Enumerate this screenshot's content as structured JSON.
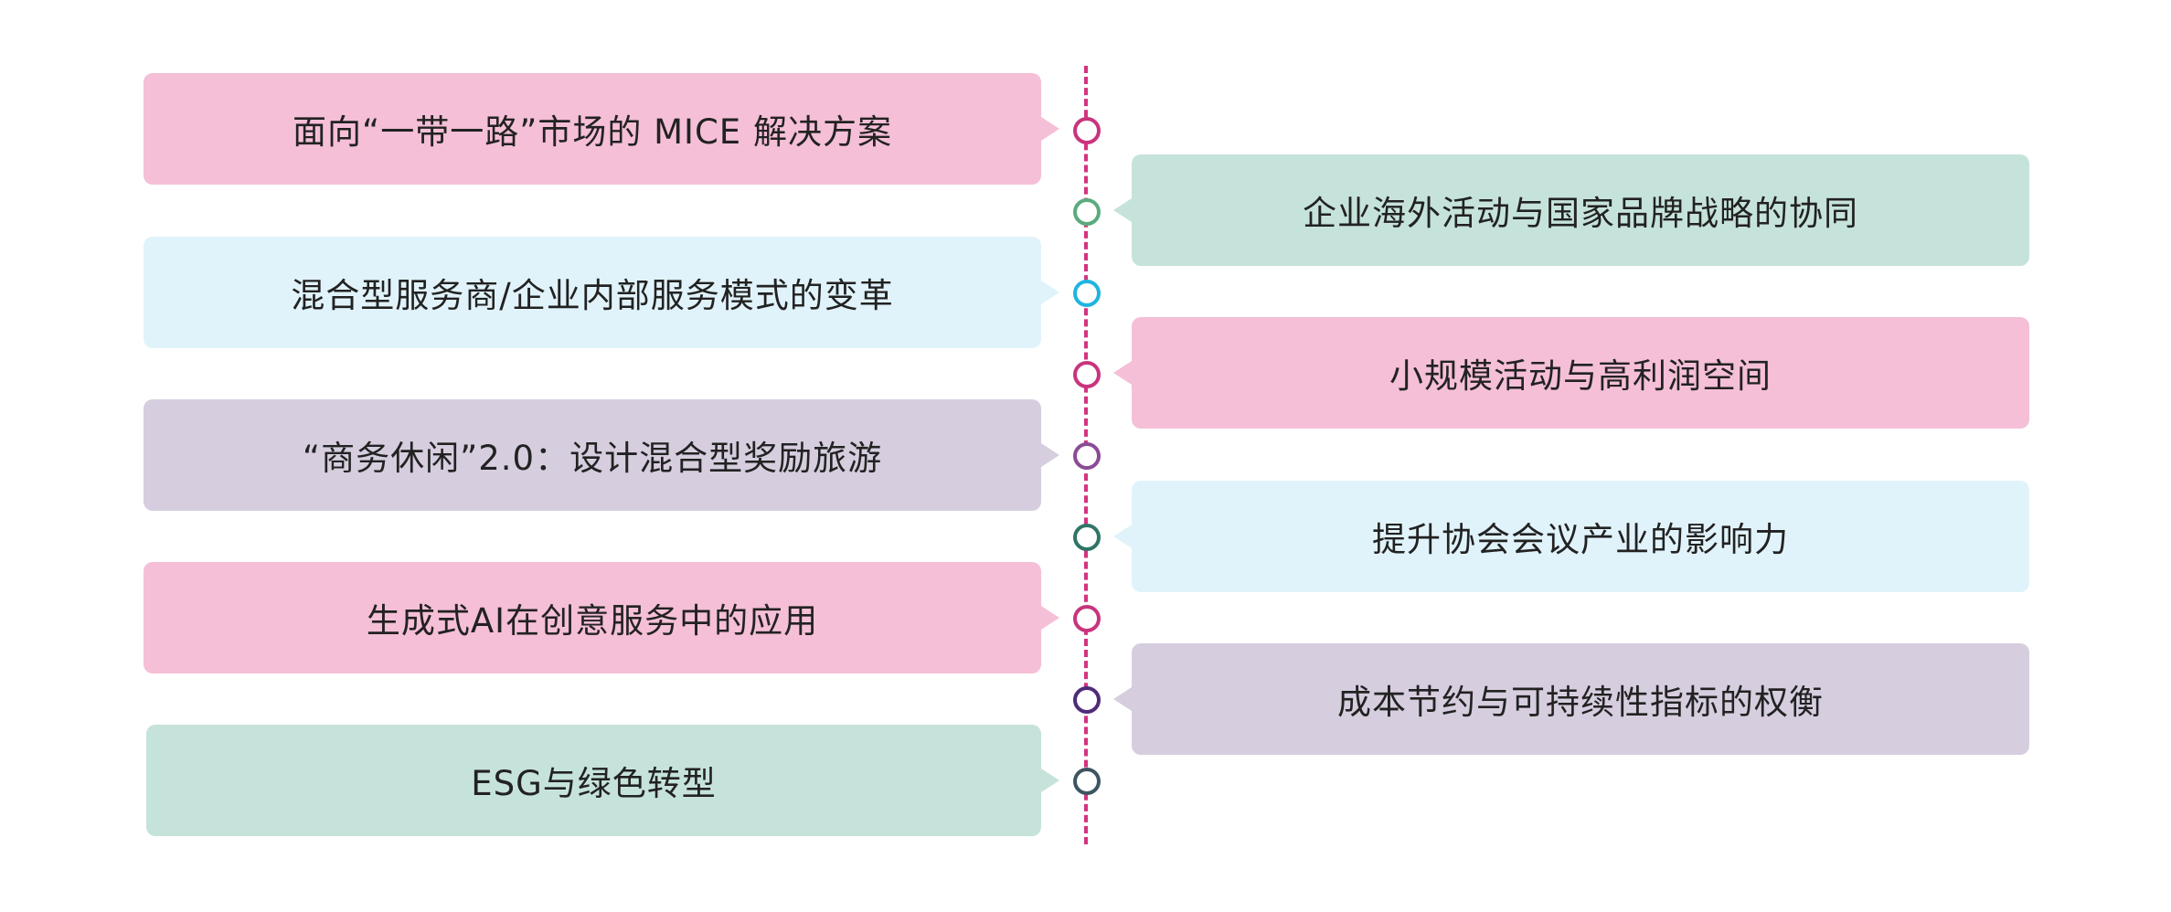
{
  "colors": {
    "pink": "#f5bfd7",
    "mint": "#c6e3db",
    "sky": "#e1f3fa",
    "lavender": "#d6cedf",
    "axis": "#d4337f"
  },
  "left_items": [
    {
      "label": "面向“一带一路”市场的 MICE 解决方案",
      "fill": "#f5bfd7",
      "node": "#c8347e"
    },
    {
      "label": "混合型服务商/企业内部服务模式的变革",
      "fill": "#e1f3fa",
      "node": "#1fb4e0"
    },
    {
      "label": "“商务休闲”2.0：设计混合型奖励旅游",
      "fill": "#d6cedf",
      "node": "#8b4b97"
    },
    {
      "label": "生成式AI在创意服务中的应用",
      "fill": "#f5bfd7",
      "node": "#c8347e"
    },
    {
      "label": "ESG与绿色转型",
      "fill": "#c6e3db",
      "node": "#3e5561"
    }
  ],
  "right_items": [
    {
      "label": "企业海外活动与国家品牌战略的协同",
      "fill": "#c6e3db",
      "node": "#5aab7e"
    },
    {
      "label": "小规模活动与高利润空间",
      "fill": "#f5bfd7",
      "node": "#c8347e"
    },
    {
      "label": "提升协会会议产业的影响力",
      "fill": "#e1f3fa",
      "node": "#2f7566"
    },
    {
      "label": "成本节约与可持续性指标的权衡",
      "fill": "#d6cedf",
      "node": "#4f2c78"
    }
  ]
}
